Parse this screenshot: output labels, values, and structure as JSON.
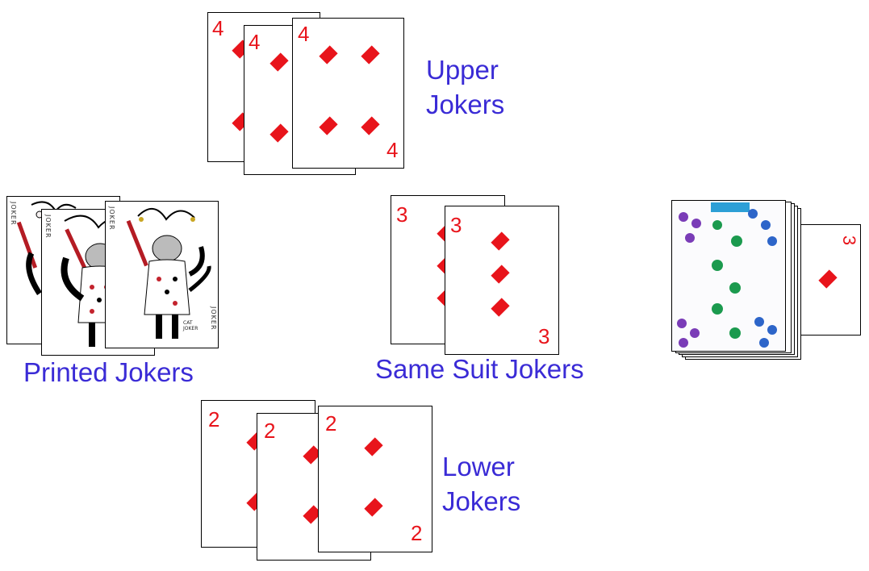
{
  "labels": {
    "upper": "Upper\nJokers",
    "printed": "Printed Jokers",
    "same_suit": "Same Suit Jokers",
    "lower": "Lower\nJokers"
  },
  "upper_cards": {
    "rank": "4",
    "suit": "diamond-icon"
  },
  "same_suit_cards": {
    "rank": "3",
    "suit": "diamond-icon"
  },
  "lower_cards": {
    "rank": "2",
    "suit": "diamond-icon"
  },
  "printed_jokers": {
    "side_text": "JOKER",
    "signature": "CAT JOKER"
  },
  "deck": {
    "face_up_rank": "3",
    "suit": "diamond-icon"
  },
  "colors": {
    "label": "#3a2bd6",
    "suit_red": "#e8141b"
  }
}
